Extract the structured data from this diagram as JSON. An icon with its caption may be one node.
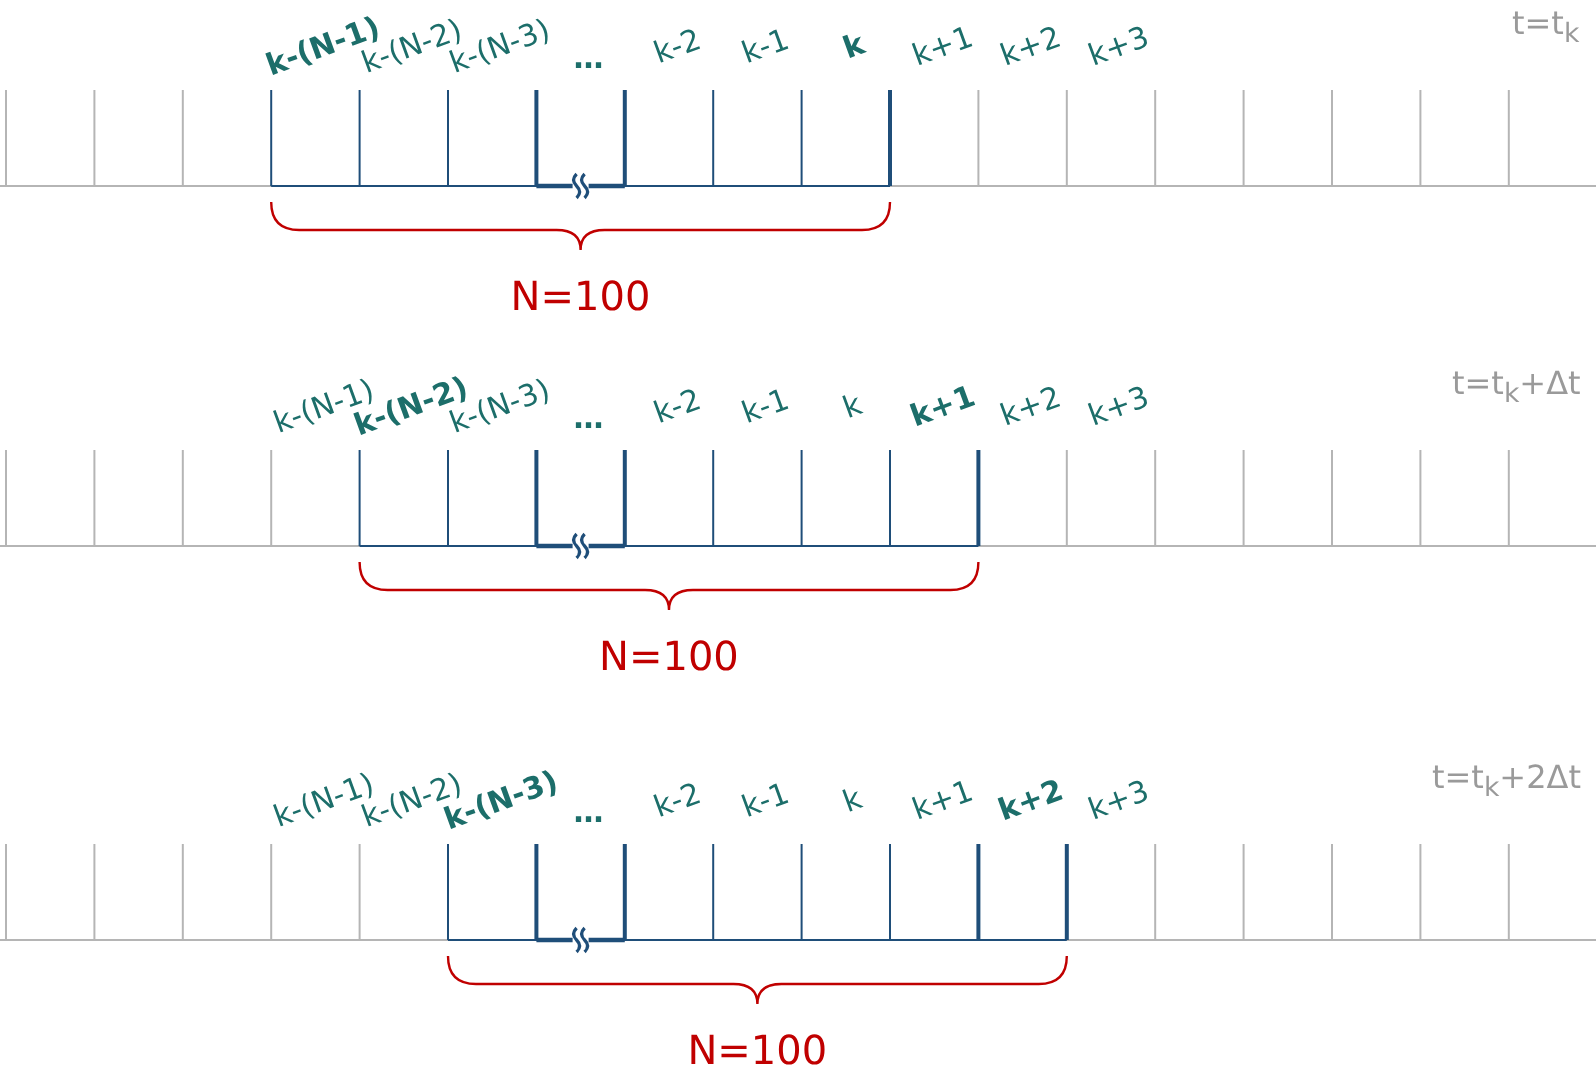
{
  "diagram": {
    "labels": [
      "k-(N-1)",
      "k-(N-2)",
      "k-(N-3)",
      "…",
      "k-2",
      "k-1",
      "k",
      "k+1",
      "k+2",
      "k+3",
      "t=t$_{k}$",
      "N=100",
      "k-(N-1)",
      "k-(N-2)",
      "k-(N-3)",
      "…",
      "k-2",
      "k-1",
      "k",
      "k+1",
      "k+2",
      "k+3",
      "t=t$_{k}$+Δt",
      "N=100",
      "k-(N-1)",
      "k-(N-2)",
      "k-(N-3)",
      "…",
      "k-2",
      "k-1",
      "k",
      "k+1",
      "k+2",
      "k+3",
      "t=t$_{k}$+2Δt",
      "N=100"
    ]
  }
}
